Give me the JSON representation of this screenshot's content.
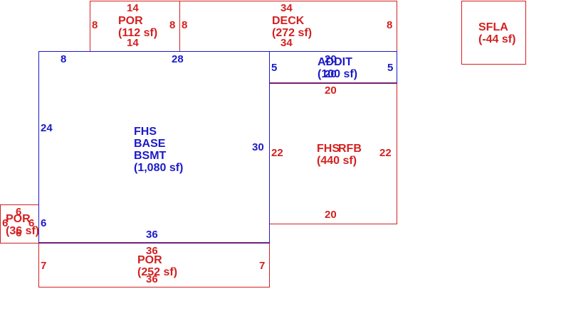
{
  "colors": {
    "red": "#d42020",
    "blue": "#1a1ac8"
  },
  "areas": [
    {
      "id": "por_top",
      "lines": [
        "POR",
        "(112 sf)"
      ],
      "dims": [
        "14",
        "14",
        "8",
        "8"
      ]
    },
    {
      "id": "deck",
      "lines": [
        "DECK",
        "(272 sf)"
      ],
      "dims": [
        "34",
        "34",
        "8",
        "8"
      ]
    },
    {
      "id": "sfla",
      "lines": [
        "SFLA",
        "(-44 sf)"
      ],
      "dims": []
    },
    {
      "id": "base",
      "lines": [
        "FHS",
        "BASE",
        "BSMT",
        "(1,080 sf)"
      ],
      "dims": [
        "8",
        "28",
        "24",
        "30",
        "36",
        "6"
      ]
    },
    {
      "id": "addit",
      "lines": [
        "ADDIT",
        "(100 sf)"
      ],
      "dims": [
        "20",
        "20",
        "5",
        "5"
      ]
    },
    {
      "id": "fhs_rfb",
      "lines": [
        "FHS",
        "RFB",
        "(440 sf)"
      ],
      "dims": [
        "20",
        "20",
        "22",
        "22"
      ]
    },
    {
      "id": "por_left",
      "lines": [
        "POR",
        "(36 sf)"
      ],
      "dims": [
        "6",
        "6",
        "6",
        "6"
      ]
    },
    {
      "id": "por_bottom",
      "lines": [
        "POR",
        "(252 sf)"
      ],
      "dims": [
        "36",
        "36",
        "7",
        "7"
      ]
    }
  ]
}
